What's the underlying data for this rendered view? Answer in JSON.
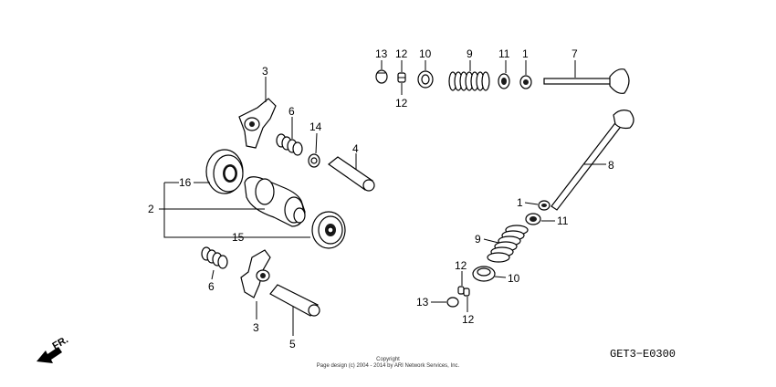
{
  "diagram": {
    "code": "GET3−E0300",
    "front_label": "FR.",
    "copyright_line1": "Copyright",
    "copyright_line2": "Page design (c) 2004 - 2014 by ARI Network Services, Inc.",
    "callouts": {
      "c1": "1",
      "c2": "1",
      "c3": "2",
      "c4": "3",
      "c5": "3",
      "c6": "4",
      "c7": "5",
      "c8": "6",
      "c9": "6",
      "c10": "7",
      "c11": "8",
      "c12": "9",
      "c13": "9",
      "c14": "10",
      "c15": "10",
      "c16": "11",
      "c17": "11",
      "c18": "12",
      "c19": "12",
      "c20": "12",
      "c21": "12",
      "c22": "13",
      "c23": "13",
      "c24": "14",
      "c25": "15",
      "c26": "16"
    }
  }
}
